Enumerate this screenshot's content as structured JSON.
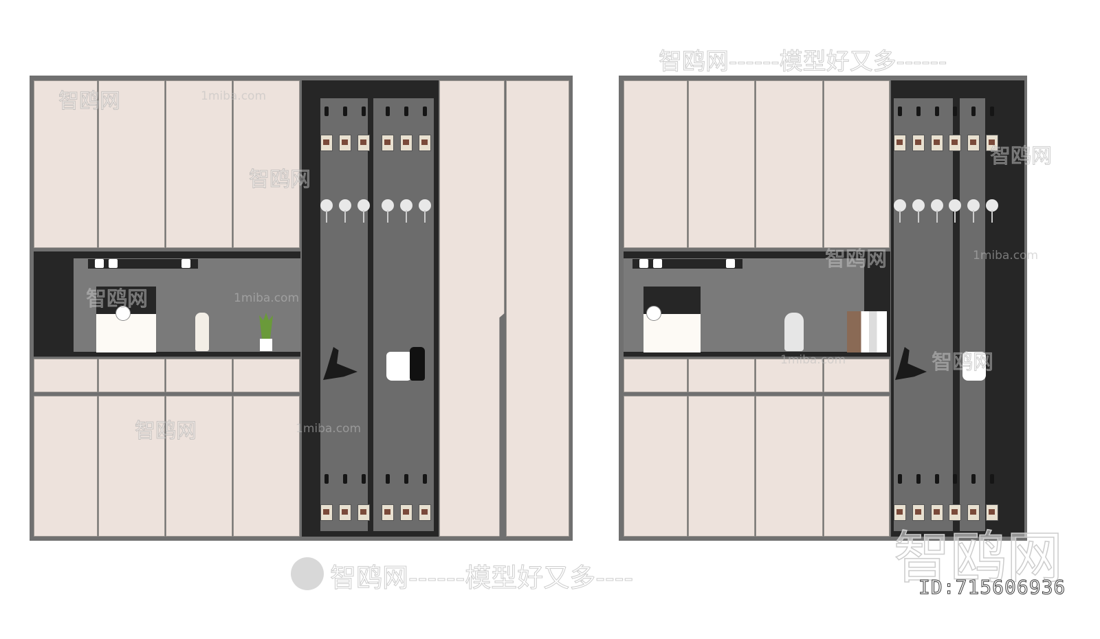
{
  "watermarks": {
    "main": "智鸥网------模型好又多----",
    "top": "智鸥网------模型好又多------",
    "brand": "智鸥网",
    "site": "1miba.com",
    "id": "ID:715606936"
  },
  "colors": {
    "door": "#ede2dc",
    "frame": "#707070",
    "dark": "#262626",
    "back": "#7a7a7a",
    "glass": "#6c6c6c"
  }
}
